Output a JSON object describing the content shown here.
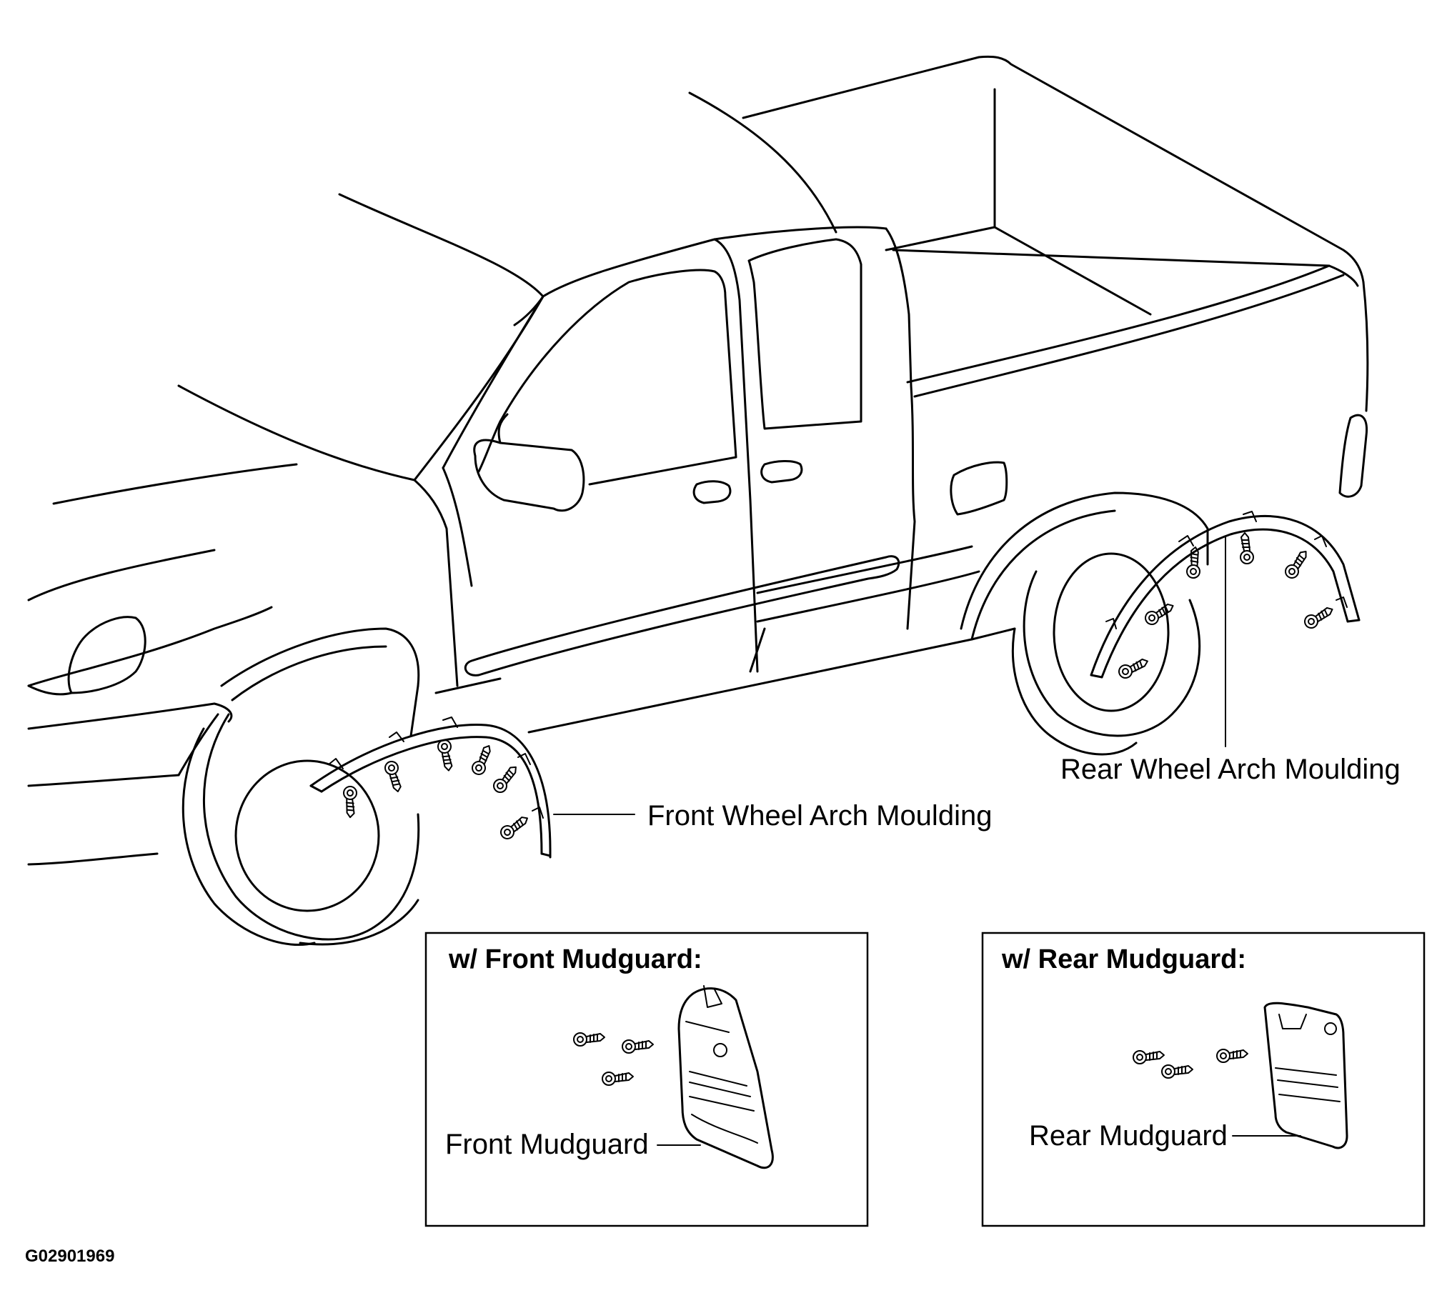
{
  "labels": {
    "front_arch": "Front Wheel Arch Moulding",
    "rear_arch": "Rear Wheel Arch Moulding",
    "front_mudguard": "Front Mudguard",
    "rear_mudguard": "Rear Mudguard"
  },
  "boxes": {
    "front_title": "w/ Front Mudguard:",
    "rear_title": "w/ Rear Mudguard:"
  },
  "figure_code": "G02901969"
}
